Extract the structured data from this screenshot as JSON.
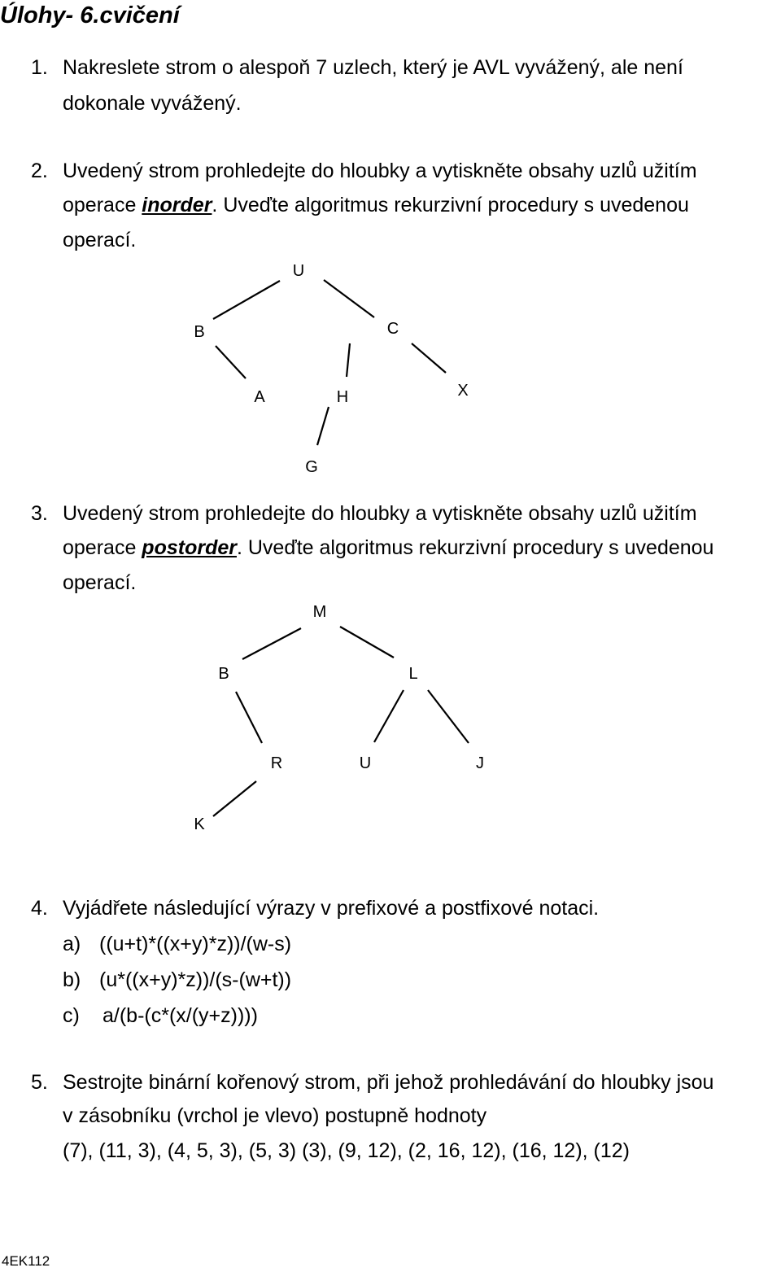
{
  "title": "Úlohy- 6.cvičení",
  "tasks": {
    "t1": {
      "num": "1.",
      "line1": "Nakreslete strom o alespoň 7 uzlech, který je AVL vyvážený, ale není",
      "line2": "dokonale vyvážený."
    },
    "t2": {
      "num": "2.",
      "line1": "Uvedený strom prohledejte do hloubky a vytiskněte obsahy uzlů užitím",
      "line2_pre": "operace ",
      "line2_op": "inorder",
      "line2_post": ". Uveďte algoritmus rekurzivní procedury s uvedenou",
      "line3": "operací.",
      "nodes": {
        "u": "U",
        "b": "B",
        "c": "C",
        "a": "A",
        "h": "H",
        "x": "X",
        "g": "G"
      }
    },
    "t3": {
      "num": "3.",
      "line1": "Uvedený strom prohledejte do hloubky a vytiskněte obsahy uzlů užitím",
      "line2_pre": "operace ",
      "line2_op": "postorder",
      "line2_post": ". Uveďte algoritmus rekurzivní procedury s uvedenou",
      "line3": "operací.",
      "nodes": {
        "m": "M",
        "b": "B",
        "l": "L",
        "r": "R",
        "u": "U",
        "j": "J",
        "k": "K"
      }
    },
    "t4": {
      "num": "4.",
      "line1": "Vyjádřete následující výrazy v prefixové a postfixové notaci.",
      "items": [
        {
          "label": "a)",
          "expr": "((u+t)*((x+y)*z))/(w-s)"
        },
        {
          "label": "b)",
          "expr": "(u*((x+y)*z))/(s-(w+t))"
        },
        {
          "label": "c)",
          "expr": "a/(b-(c*(x/(y+z))))"
        }
      ]
    },
    "t5": {
      "num": "5.",
      "line1": "Sestrojte binární kořenový strom, při jehož prohledávání do hloubky jsou",
      "line2": "v zásobníku (vrchol je vlevo) postupně hodnoty",
      "line3": "(7), (11, 3), (4, 5, 3), (5, 3) (3), (9, 12), (2, 16, 12), (16, 12), (12)"
    }
  },
  "footer": "4EK112"
}
